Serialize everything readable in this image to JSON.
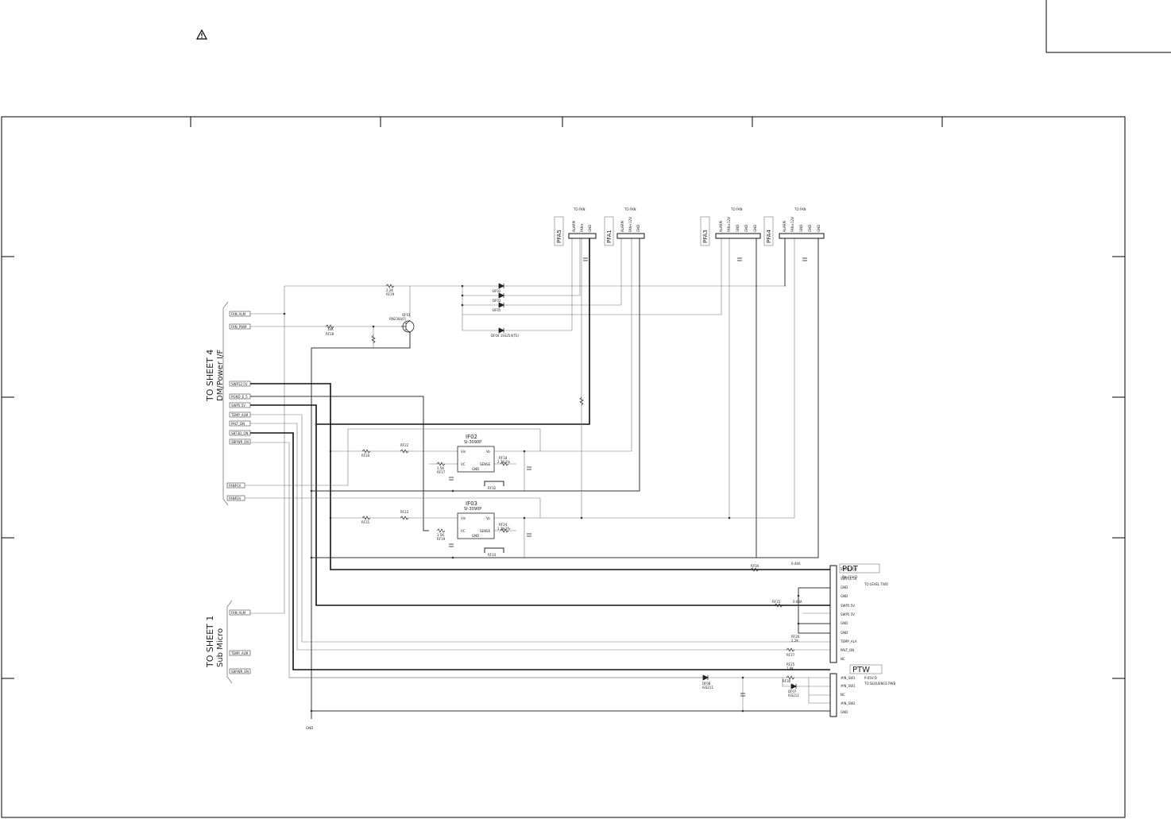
{
  "sheet": {
    "warning_symbol": "warning-triangle-icon"
  },
  "left_blocks": {
    "upper_title": "TO SHEET 4",
    "upper_subtitle": "DM/Power I/F",
    "lower_title": "TO SHEET 1",
    "lower_subtitle": "Sub Micro",
    "upper_ports": [
      "FAN_ALM",
      "FAN_PWM",
      "SWP12.5V",
      "PGND_E_5",
      "SWP5.5V",
      "TEMP_ALM",
      "PALT_ON",
      "SBT3D_ON",
      "SBPWR_EN",
      "FANP1V",
      "FANP2V"
    ],
    "lower_ports": [
      "FAN_ALM",
      "TEMP_ALM",
      "SBPWR_EN"
    ]
  },
  "fan_connectors": [
    {
      "label": "PFA5",
      "caption": "TO FAN",
      "pins": [
        "ALARM",
        "FAN+",
        "GND"
      ]
    },
    {
      "label": "PFA1",
      "caption": "TO FAN",
      "pins": [
        "ALARM",
        "FAN+12V",
        "GND"
      ]
    },
    {
      "label": "PFA3",
      "caption": "TO FAN",
      "pins": [
        "ALARM",
        "FAN+12V",
        "GND",
        "GND",
        "GND"
      ]
    },
    {
      "label": "PFA4",
      "caption": "TO FAN",
      "pins": [
        "ALARM",
        "FAN+12V",
        "GND",
        "GND",
        "GND"
      ]
    }
  ],
  "transistor": {
    "ref": "QF01",
    "part": "RN2304(F)"
  },
  "diode_label": "DF04 1SS254(TE)",
  "regulators": [
    {
      "ref": "IF02",
      "part": "SI-3090P"
    },
    {
      "ref": "IF03",
      "part": "SI-3090P"
    }
  ],
  "pdt_connector": {
    "ref": "PDT",
    "subtitle": "PH-11V-D",
    "note": "TO LEVEL TWO",
    "pins": [
      "SWP12.5V",
      "SWP12.5V",
      "GND",
      "GND",
      "SWP5.5V",
      "SWP5.5V",
      "GND",
      "GND",
      "TEMP_ALA",
      "PALT_ON",
      "NC"
    ]
  },
  "ptw_connector": {
    "ref": "PTW",
    "subtitle": "P-05V-D",
    "note": "TO SEQUENCE PWB",
    "pins": [
      "#IN_SW1",
      "#IN_SW1",
      "NC",
      "#IN_SW2",
      "GND"
    ]
  },
  "net_labels": {
    "fuse": "RF04",
    "fuse_value": "0.44A",
    "gnd": "GND"
  }
}
